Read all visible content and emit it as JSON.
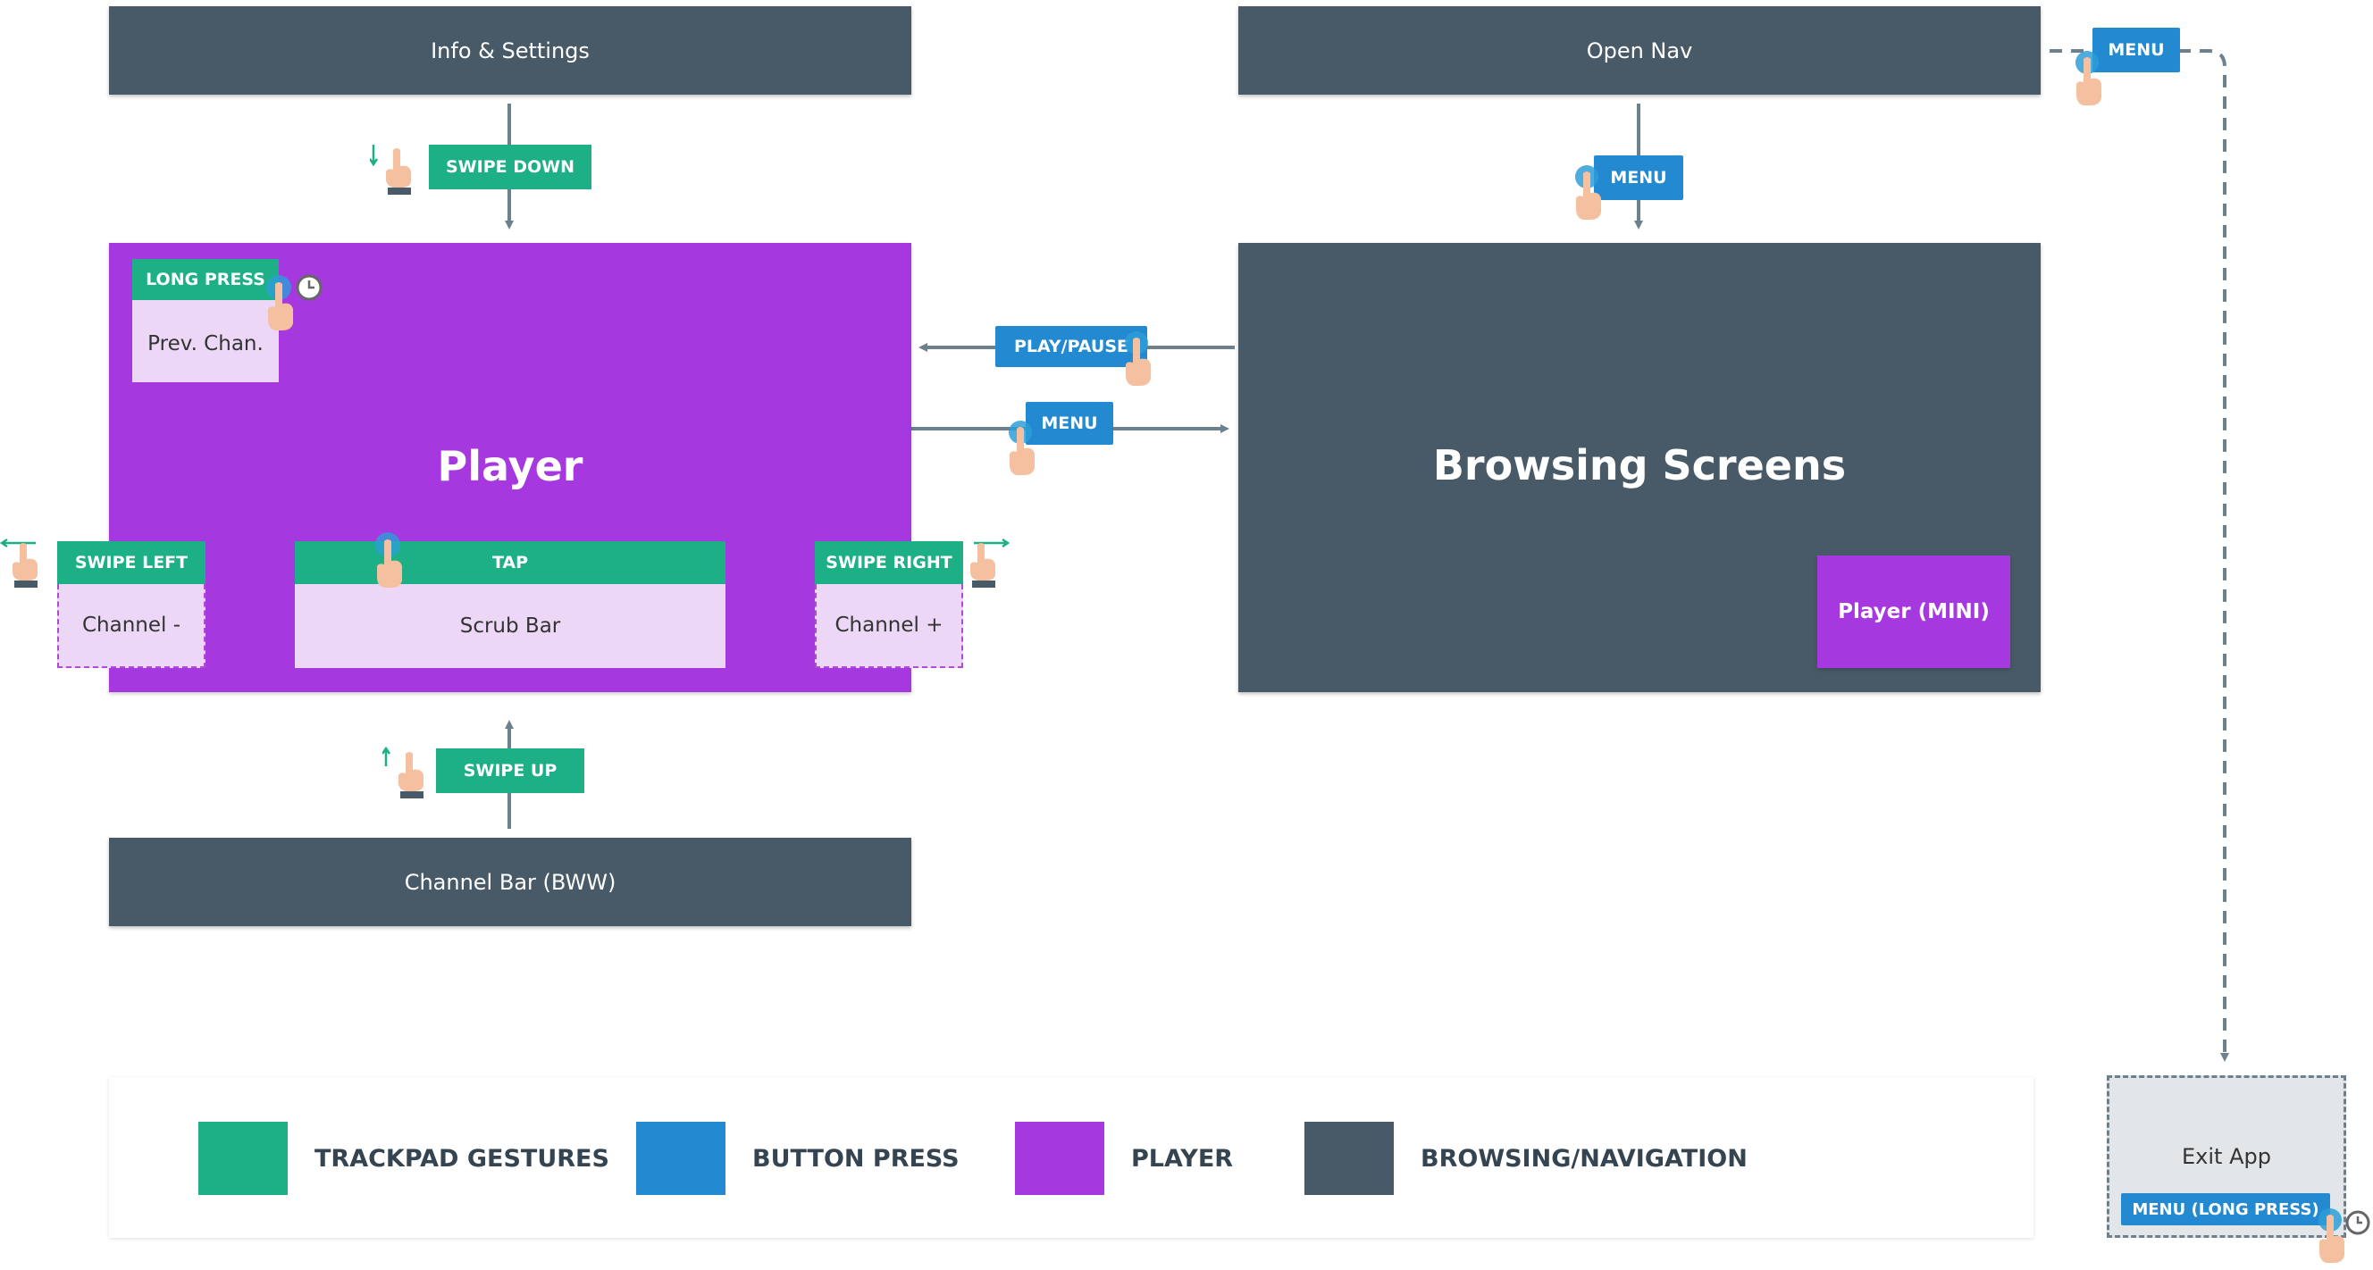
{
  "nodes": {
    "info_settings": "Info & Settings",
    "open_nav": "Open Nav",
    "player": "Player",
    "browsing": "Browsing Screens",
    "player_mini": "Player (MINI)",
    "channel_bar": "Channel Bar (BWW)",
    "exit_app": "Exit App",
    "prev_chan": "Prev. Chan.",
    "channel_minus": "Channel -",
    "scrub_bar": "Scrub Bar",
    "channel_plus": "Channel +"
  },
  "gestures": {
    "swipe_down": "SWIPE DOWN",
    "swipe_up": "SWIPE UP",
    "swipe_left": "SWIPE LEFT",
    "swipe_right": "SWIPE RIGHT",
    "tap": "TAP",
    "long_press": "LONG PRESS"
  },
  "buttons": {
    "menu_top": "MENU",
    "menu_nav": "MENU",
    "menu_player": "MENU",
    "play_pause": "PLAY/PAUSE",
    "menu_long_press": "MENU (LONG PRESS)"
  },
  "legend": [
    {
      "label": "TRACKPAD GESTURES",
      "color": "#1db087"
    },
    {
      "label": "BUTTON PRESS",
      "color": "#2389d1"
    },
    {
      "label": "PLAYER",
      "color": "#a638df"
    },
    {
      "label": "BROWSING/NAVIGATION",
      "color": "#485a68"
    }
  ],
  "colors": {
    "nav": "#485a68",
    "player": "#a638df",
    "gesture": "#1db087",
    "button": "#2389d1"
  },
  "icons": [
    "hand-pointer-icon",
    "clock-icon",
    "arrow-down-icon",
    "arrow-up-icon",
    "arrow-left-icon",
    "arrow-right-icon"
  ]
}
